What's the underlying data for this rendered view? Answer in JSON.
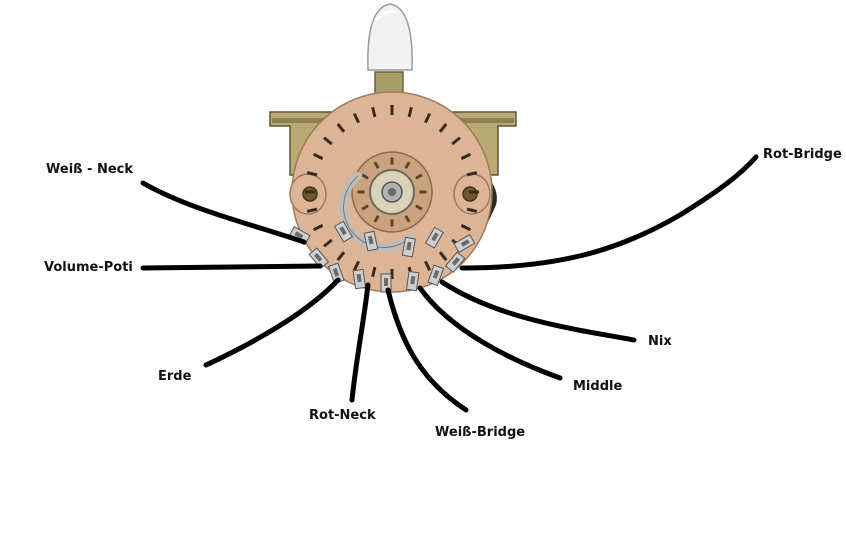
{
  "labels": {
    "weiss_neck": "Weiß - Neck",
    "volume_poti": "Volume-Poti",
    "erde": "Erde",
    "rot_neck": "Rot-Neck",
    "weiss_bridge": "Weiß-Bridge",
    "middle": "Middle",
    "nix": "Nix",
    "rot_bridge": "Rot-Bridge"
  },
  "colors": {
    "wire": "#000000",
    "board": "#dcb596",
    "lug": "#cfcfcf",
    "bracket": "#b8aa72",
    "knob": "#f2f2f2"
  },
  "icons": {
    "switch": "five-way-selector-switch-icon"
  }
}
